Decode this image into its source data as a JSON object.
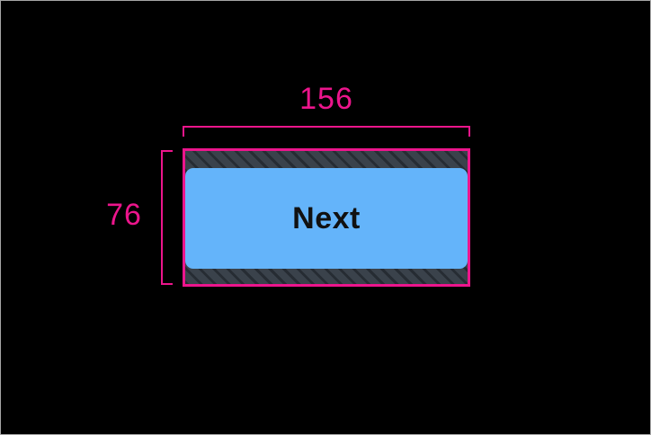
{
  "annotation": {
    "width_label": "156",
    "height_label": "76"
  },
  "button": {
    "label": "Next"
  },
  "colors": {
    "canvas_background": "#000000",
    "frame_border": "#a6a6a6",
    "measurement_pink": "#ec158c",
    "padding_hatch_base": "#3a424b",
    "padding_hatch_stripe": "#262c33",
    "button_fill": "#64b4fa",
    "button_text": "#111111"
  }
}
